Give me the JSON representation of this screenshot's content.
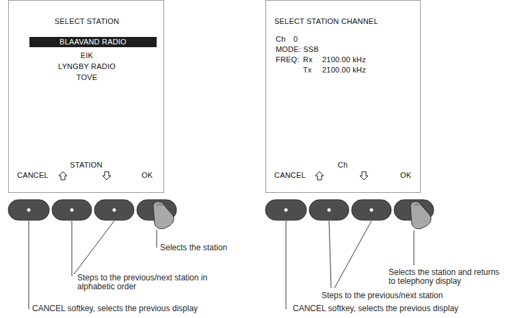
{
  "diagram": {
    "nodes": [
      {
        "text": [
          "SELECT STATION",
          "EIK",
          "LYNGBY RADIO",
          "TOVE",
          "STATION",
          "CANCEL",
          "OK"
        ]
      },
      {
        "text": [
          "BLAAVAND RADIO"
        ],
        "in": 0
      },
      {
        "text": [
          "SELECT STATION CHANNEL",
          "Ch",
          "0",
          "MODE: SSB",
          "FREQ:",
          "Rx",
          "2100.00 kHz",
          "Tx",
          "2100.00 kHz",
          "Ch",
          "CANCEL",
          "OK"
        ]
      }
    ],
    "labels": [
      "Selects the station",
      "Steps to the previous/next station in alphabetic order",
      "CANCEL softkey, selects the previous display",
      "Selects the station and returns to telephony display",
      "Steps to the previous/next station",
      "CANCEL softkey, selects the previous display"
    ]
  }
}
